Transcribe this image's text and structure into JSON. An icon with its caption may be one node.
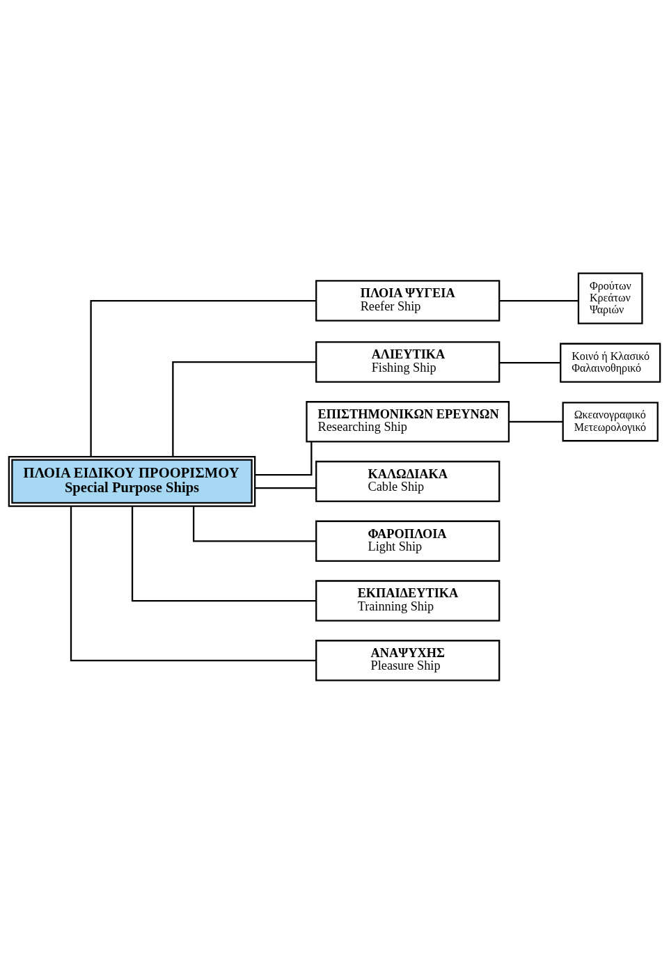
{
  "diagram": {
    "nodes": [
      {
        "text": [
          "ΠΛΟΙΑ ΕΙΔΙΚΟΥ ΠΡΟΟΡΙΣΜΟΥ",
          "Special Purpose Ships"
        ]
      },
      {
        "text": [
          "ΠΛΟΙΑ ΨΥΓΕΙΑ",
          "Reefer Ship"
        ]
      },
      {
        "text": [
          "Φρούτων",
          "Κρεάτων",
          "Ψαριών"
        ]
      },
      {
        "text": [
          "ΑΛΙΕΥΤΙΚΑ",
          "Fishing Ship"
        ]
      },
      {
        "text": [
          "Κοινό ή Κλασικό",
          "Φαλαινοθηρικό"
        ]
      },
      {
        "text": [
          "ΕΠΙΣΤΗΜΟΝΙΚΩΝ ΕΡΕΥΝΩΝ",
          "Researching Ship"
        ]
      },
      {
        "text": [
          "Ωκεανογραφικό",
          "Μετεωρολογικό"
        ]
      },
      {
        "text": [
          "ΚΑΛΩΔΙΑΚΑ",
          "Cable Ship"
        ]
      },
      {
        "text": [
          "ΦΑΡΟΠΛΟΙΑ",
          "Light Ship"
        ]
      },
      {
        "text": [
          "ΕΚΠΑΙΔΕΥΤΙΚΑ",
          "Trainning Ship"
        ]
      },
      {
        "text": [
          "ΑΝΑΨΥΧΗΣ",
          "Pleasure Ship"
        ]
      }
    ],
    "edges": [
      {
        "from": 0,
        "to": 1,
        "arrow": "none"
      },
      {
        "from": 1,
        "to": 2,
        "arrow": "none"
      },
      {
        "from": 0,
        "to": 3,
        "arrow": "none"
      },
      {
        "from": 3,
        "to": 4,
        "arrow": "none"
      },
      {
        "from": 0,
        "to": 5,
        "arrow": "none"
      },
      {
        "from": 5,
        "to": 6,
        "arrow": "none"
      },
      {
        "from": 0,
        "to": 7,
        "arrow": "none"
      },
      {
        "from": 0,
        "to": 8,
        "arrow": "none"
      },
      {
        "from": 0,
        "to": 9,
        "arrow": "none"
      },
      {
        "from": 0,
        "to": 10,
        "arrow": "none"
      }
    ]
  }
}
